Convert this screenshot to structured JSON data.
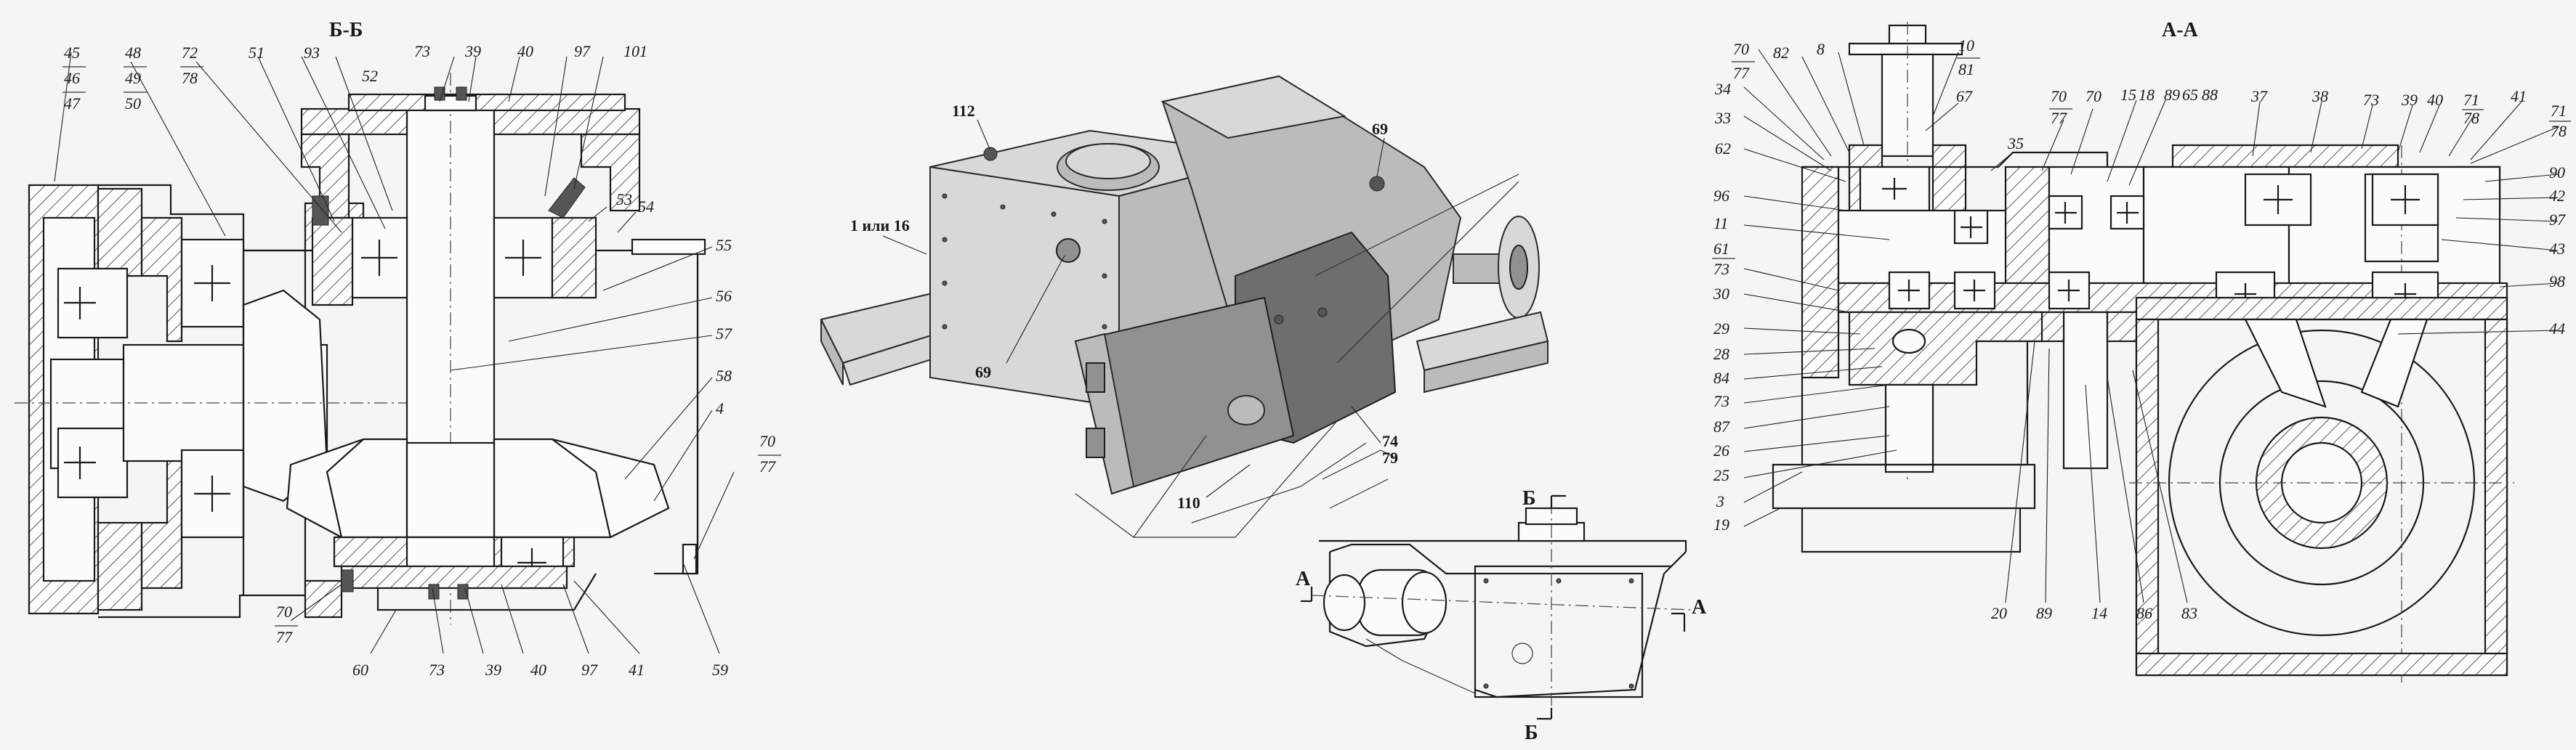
{
  "views": {
    "section_bb": {
      "title": "Б-Б",
      "labels": [
        "45",
        "46",
        "47",
        "48",
        "49",
        "50",
        "72",
        "78",
        "51",
        "93",
        "52",
        "73",
        "39",
        "40",
        "97",
        "101",
        "53",
        "54",
        "55",
        "56",
        "57",
        "58",
        "4",
        "70",
        "77",
        "59",
        "41",
        "97",
        "40",
        "39",
        "73",
        "60",
        "70",
        "77"
      ]
    },
    "isometric": {
      "labels": [
        "112",
        "1 или 16",
        "69",
        "69",
        "110",
        "74",
        "79"
      ]
    },
    "plan": {
      "cut_marks": [
        "Б",
        "Б",
        "А",
        "А"
      ]
    },
    "section_aa": {
      "title": "А-А",
      "labels": [
        "70",
        "77",
        "82",
        "8",
        "10",
        "81",
        "67",
        "34",
        "33",
        "62",
        "96",
        "11",
        "61",
        "73",
        "30",
        "29",
        "28",
        "84",
        "73",
        "87",
        "26",
        "25",
        "3",
        "19",
        "35",
        "70",
        "77",
        "70",
        "15",
        "18",
        "89",
        "65",
        "88",
        "20",
        "89",
        "14",
        "86",
        "83",
        "37",
        "38",
        "73",
        "39",
        "40",
        "71",
        "78",
        "41",
        "71",
        "78",
        "90",
        "42",
        "97",
        "43",
        "98",
        "44"
      ]
    }
  }
}
